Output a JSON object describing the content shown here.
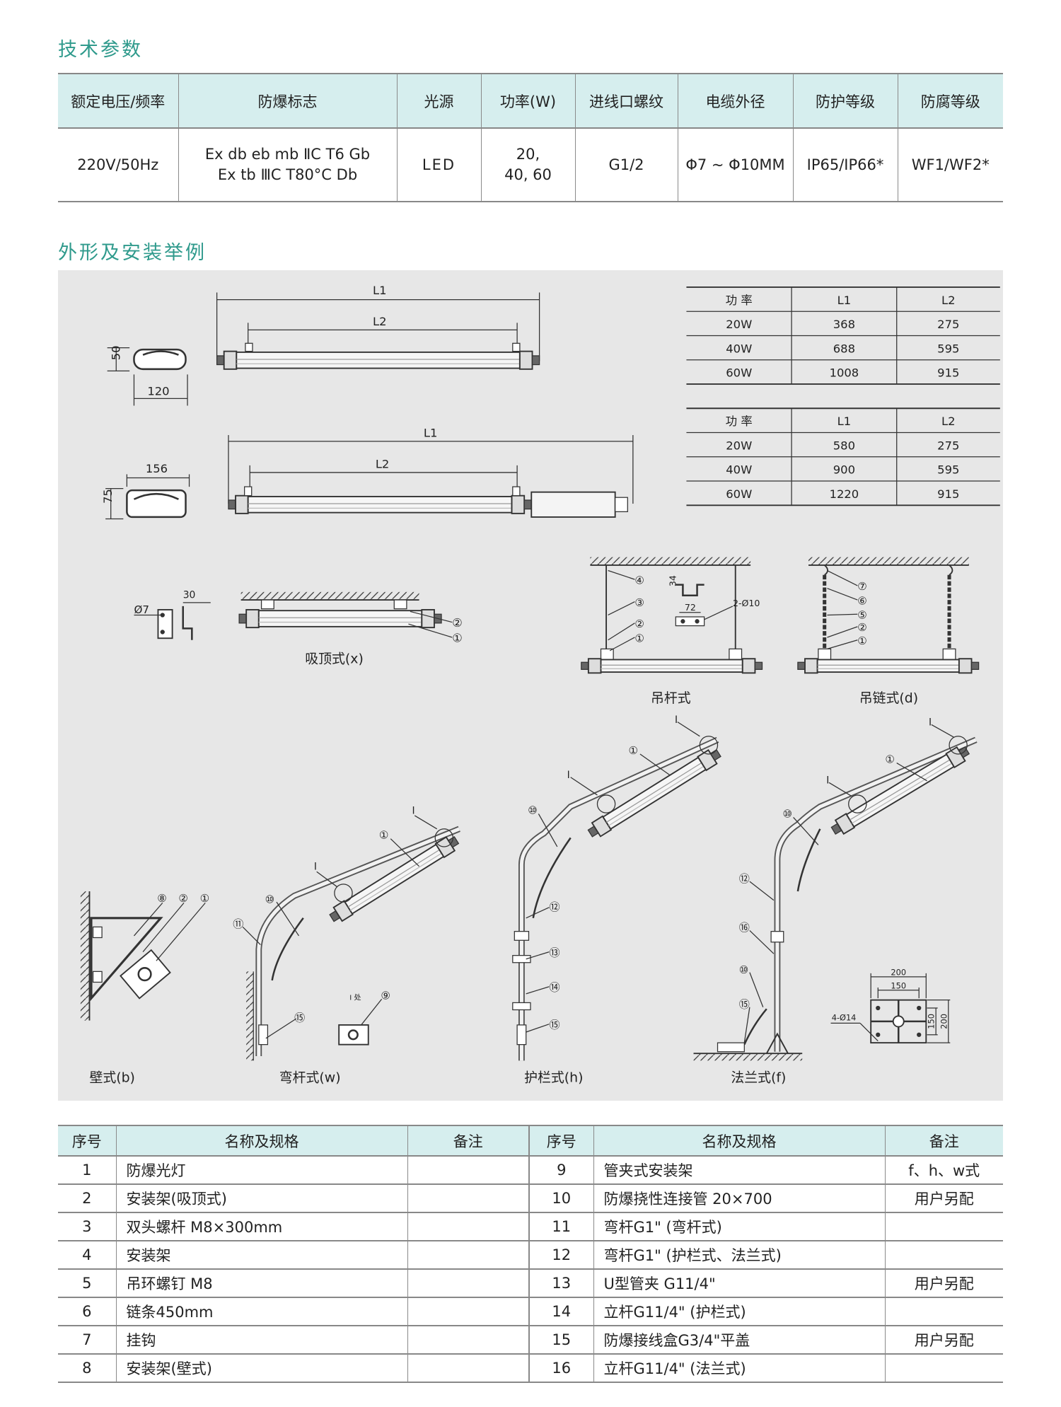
{
  "sections": {
    "tech_params": "技术参数",
    "appearance": "外形及安装举例"
  },
  "spec_table": {
    "headers": [
      "额定电压/频率",
      "防爆标志",
      "光源",
      "功率(W)",
      "进线口螺纹",
      "电缆外径",
      "防护等级",
      "防腐等级"
    ],
    "row": {
      "voltage": "220V/50Hz",
      "ex_mark_1": "Ex db eb mb ⅡC T6 Gb",
      "ex_mark_2": "Ex tb ⅢC T80°C Db",
      "light_source": "LED",
      "power_1": "20,",
      "power_2": "40, 60",
      "thread": "G1/2",
      "cable": "Φ7 ~ Φ10MM",
      "ip": "IP65/IP66*",
      "wf": "WF1/WF2*"
    }
  },
  "dim_tables": [
    {
      "headers": [
        "功 率",
        "L1",
        "L2"
      ],
      "rows": [
        [
          "20W",
          "368",
          "275"
        ],
        [
          "40W",
          "688",
          "595"
        ],
        [
          "60W",
          "1008",
          "915"
        ]
      ]
    },
    {
      "headers": [
        "功 率",
        "L1",
        "L2"
      ],
      "rows": [
        [
          "20W",
          "580",
          "275"
        ],
        [
          "40W",
          "900",
          "595"
        ],
        [
          "60W",
          "1220",
          "915"
        ]
      ]
    }
  ],
  "diagram": {
    "dims": {
      "L1": "L1",
      "L2": "L2",
      "h1": "50",
      "w1": "120",
      "w2": "156",
      "h2": "75",
      "hole": "Ø7",
      "off": "30",
      "d34": "34",
      "d72": "72",
      "holes2": "2-Ø10",
      "f200a": "200",
      "f150a": "150",
      "f150b": "150",
      "f200b": "200",
      "holes4": "4-Ø14",
      "I": "I",
      "Idetail": "I 处"
    },
    "labels": {
      "ceiling": "吸顶式(x)",
      "rod": "吊杆式",
      "chain": "吊链式(d)",
      "wall": "壁式(b)",
      "bent": "弯杆式(w)",
      "rail": "护栏式(h)",
      "flange": "法兰式(f)"
    },
    "callouts": {
      "ceiling": [
        "②",
        "①"
      ],
      "rod": [
        "④",
        "③",
        "②",
        "①"
      ],
      "chain": [
        "⑦",
        "⑥",
        "⑤",
        "②",
        "①"
      ],
      "wall": [
        "⑧",
        "②",
        "①"
      ],
      "bent": [
        "①",
        "⑩",
        "⑪",
        "⑮",
        "⑨"
      ],
      "rail": [
        "①",
        "⑩",
        "⑫",
        "⑬",
        "⑭",
        "⑮"
      ],
      "flange": [
        "①",
        "⑩",
        "⑫",
        "⑯",
        "⑩",
        "⑮"
      ]
    }
  },
  "parts_table": {
    "headers": [
      "序号",
      "名称及规格",
      "备注",
      "序号",
      "名称及规格",
      "备注"
    ],
    "rows": [
      [
        [
          "1",
          "防爆光灯",
          ""
        ],
        [
          "9",
          "管夹式安装架",
          "f、h、w式"
        ]
      ],
      [
        [
          "2",
          "安装架(吸顶式)",
          ""
        ],
        [
          "10",
          "防爆挠性连接管 20×700",
          "用户另配"
        ]
      ],
      [
        [
          "3",
          "双头螺杆 M8×300mm",
          ""
        ],
        [
          "11",
          "弯杆G1\" (弯杆式)",
          ""
        ]
      ],
      [
        [
          "4",
          "安装架",
          ""
        ],
        [
          "12",
          "弯杆G1\" (护栏式、法兰式)",
          ""
        ]
      ],
      [
        [
          "5",
          "吊环螺钉 M8",
          ""
        ],
        [
          "13",
          "U型管夹 G11/4\"",
          "用户另配"
        ]
      ],
      [
        [
          "6",
          "链条450mm",
          ""
        ],
        [
          "14",
          "立杆G11/4\" (护栏式)",
          ""
        ]
      ],
      [
        [
          "7",
          "挂钩",
          ""
        ],
        [
          "15",
          "防爆接线盒G3/4\"平盖",
          "用户另配"
        ]
      ],
      [
        [
          "8",
          "安装架(壁式)",
          ""
        ],
        [
          "16",
          "立杆G11/4\" (法兰式)",
          ""
        ]
      ]
    ]
  },
  "colors": {
    "accent": "#2f9a8c",
    "header_fill": "#d6eeee",
    "diagram_bg": "#e7e7e7"
  }
}
